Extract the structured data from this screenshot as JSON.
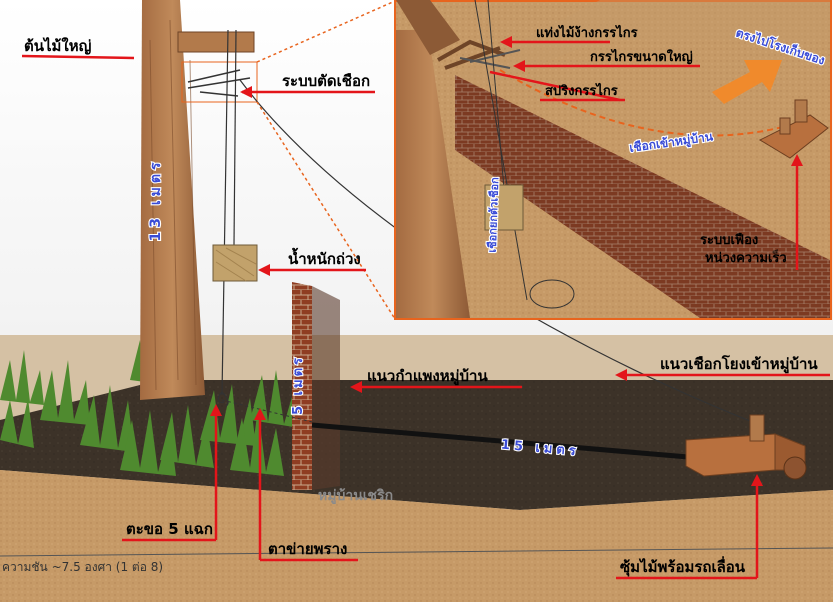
{
  "labels": {
    "big_tree": "ต้นไม้ใหญ่",
    "cut_system": "ระบบตัดเชือก",
    "weight_bucket": "น้ำหนักถ่วง",
    "village_wall_line": "แนวกำแพงหมู่บ้าน",
    "rope_line_to_village": "แนวเชือกโยงเข้าหมู่บ้าน",
    "hook": "ตะขอ 5 แฉก",
    "fake_net": "ตาข่ายพราง",
    "hidden_cart": "ซุ้มไม้พร้อมรถเลื่อน",
    "village_name": "หมู่บ้านเชริก",
    "tree_height": "13 เมตร",
    "wall_height": "5 เมตร",
    "ground_length": "15 เมตร",
    "slope_note": "ความชัน ~7.5 องศา (1 ต่อ 8)"
  },
  "inset": {
    "scissor_frame": "แท่งไม้ง้างกรรไกร",
    "big_scissors": "กรรไกรขนาดใหญ่",
    "scissor_spring": "สปริงกรรไกร",
    "rope_into_village": "เชือกเข้าหมู่บ้าน",
    "rope_lift_hook": "เชือกยกตัวเชือก",
    "to_storage": "ตรงไปโรงเก็บของ",
    "gear_system": "ระบบเฟือง",
    "gear_system_2": "หน่วงความเร็ว"
  },
  "colors": {
    "callout_line": "#e3151a",
    "inset_border": "#e8641e",
    "label_blue": "#3a4cd6",
    "arrow_orange": "#f08a2c"
  }
}
